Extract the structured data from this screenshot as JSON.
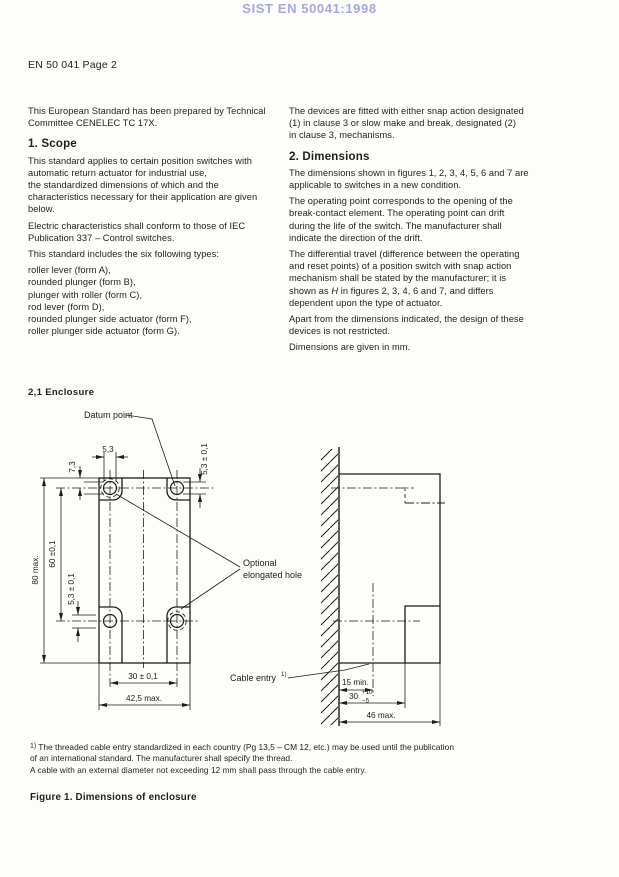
{
  "page": {
    "watermark": "SIST EN 50041:1998",
    "header": "EN 50 041 Page 2"
  },
  "colors": {
    "watermark": "#a3a7e4",
    "ink": "#1d1d1b",
    "paper": "#fdfdfb"
  },
  "left_column": {
    "intro_lines": [
      "This European Standard has been prepared by Technical",
      "Committee CENELEC TC 17X."
    ],
    "scope_heading": "1. Scope",
    "scope_p1_lines": [
      "This standard applies to certain position switches with",
      "automatic return actuator for industrial use,",
      "the standardized dimensions of which and the",
      "characteristics necessary for their application are given",
      "below."
    ],
    "scope_p2_lines": [
      "Electric characteristics shall conform to those of IEC",
      "Publication 337 – Control switches."
    ],
    "scope_p3": "This standard includes the six following types:",
    "types_lines": [
      "roller lever (form A),",
      "rounded plunger (form B),",
      "plunger with roller (form C),",
      "rod lever (form D),",
      "rounded plunger side actuator (form F),",
      "roller plunger side actuator (form G)."
    ]
  },
  "right_column": {
    "intro_lines": [
      "The devices are fitted with either snap action designated",
      "(1) in clause 3 or slow make and break, designated (2)",
      "in clause 3, mechanisms."
    ],
    "dimensions_heading": "2. Dimensions",
    "p1_lines": [
      "The dimensions shown in figures 1, 2, 3, 4, 5, 6 and 7 are",
      "applicable to switches in a new condition."
    ],
    "p2_lines": [
      "The operating point corresponds to the opening of the",
      "break-contact element. The operating point can drift",
      "during the life of the switch. The manufacturer shall",
      "indicate the direction of the drift."
    ],
    "p3a_lines": [
      "The differential travel (difference between the operating",
      "and reset points) of a position switch with snap action",
      "mechanism shall be stated by the manufacturer; it is"
    ],
    "p3_h_before": "shown as ",
    "p3_h": "H",
    "p3_h_after": " in figures 2, 3, 4, 6 and 7, and differs",
    "p3_last": "dependent upon the type of actuator.",
    "p4_lines": [
      "Apart from the dimensions indicated, the design of these",
      "devices is not restricted."
    ],
    "p5": "Dimensions are given in mm."
  },
  "figure": {
    "section_heading": "2,1  Enclosure",
    "labels": {
      "datum_point": "Datum point",
      "optional_line1": "Optional",
      "optional_line2": "elongated hole",
      "cable_entry": "Cable entry",
      "cable_entry_ref": "1)"
    },
    "dims": {
      "hole_width_top": "5,3",
      "top_edge_offset": "7,3",
      "hole_dia_right": "5,3 ± 0,1",
      "height_max": "80 max.",
      "hole_spacing_v": "60 ±0,1",
      "hole_dia_left": "5,3 ± 0,1",
      "hole_spacing_h": "30 ± 0,1",
      "width_max": "42,5 max.",
      "wall_clearance": "15 min.",
      "depth_base": "30",
      "depth_tol_plus": "+10",
      "depth_tol_minus": "−5",
      "depth_max": "46 max."
    }
  },
  "footnotes": {
    "fn1_marker": "1)",
    "fn1_lines": [
      "The threaded cable entry standardized in each country (Pg 13,5 – CM 12, etc.) may be used until the publication",
      "of an international standard. The manufacturer shall specify the thread."
    ],
    "fn2": "A cable with an external diameter not exceeding 12 mm shall pass through the cable entry.",
    "caption": "Figure 1. Dimensions of enclosure"
  }
}
